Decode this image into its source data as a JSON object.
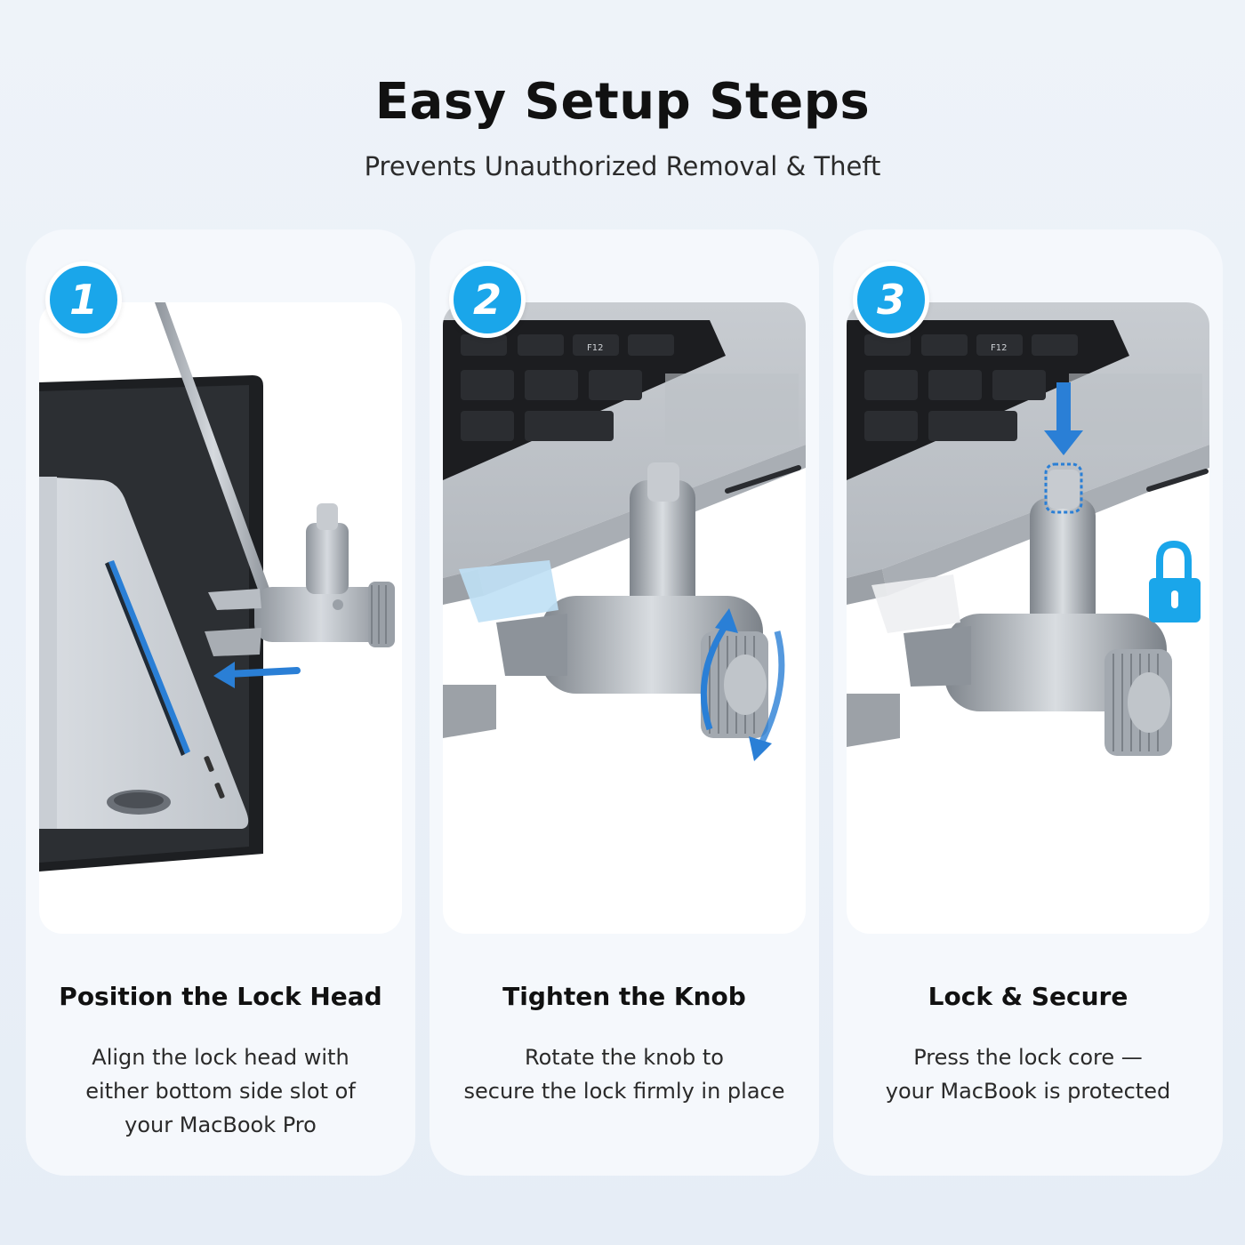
{
  "header": {
    "title": "Easy Setup Steps",
    "subtitle": "Prevents Unauthorized Removal & Theft"
  },
  "steps": [
    {
      "number": "1",
      "title": "Position the Lock Head",
      "desc": [
        "Align the lock head with",
        "either bottom side slot of",
        "your MacBook Pro"
      ]
    },
    {
      "number": "2",
      "title": "Tighten the Knob",
      "desc": [
        "Rotate the knob to",
        "secure the lock firmly in place"
      ]
    },
    {
      "number": "3",
      "title": "Lock & Secure",
      "desc": [
        "Press the lock core —",
        "your MacBook is protected"
      ]
    }
  ],
  "keys": {
    "f12": "F12"
  },
  "colors": {
    "accent": "#1aa6ea",
    "background": "#eef3f9",
    "card": "#f5f8fc"
  }
}
